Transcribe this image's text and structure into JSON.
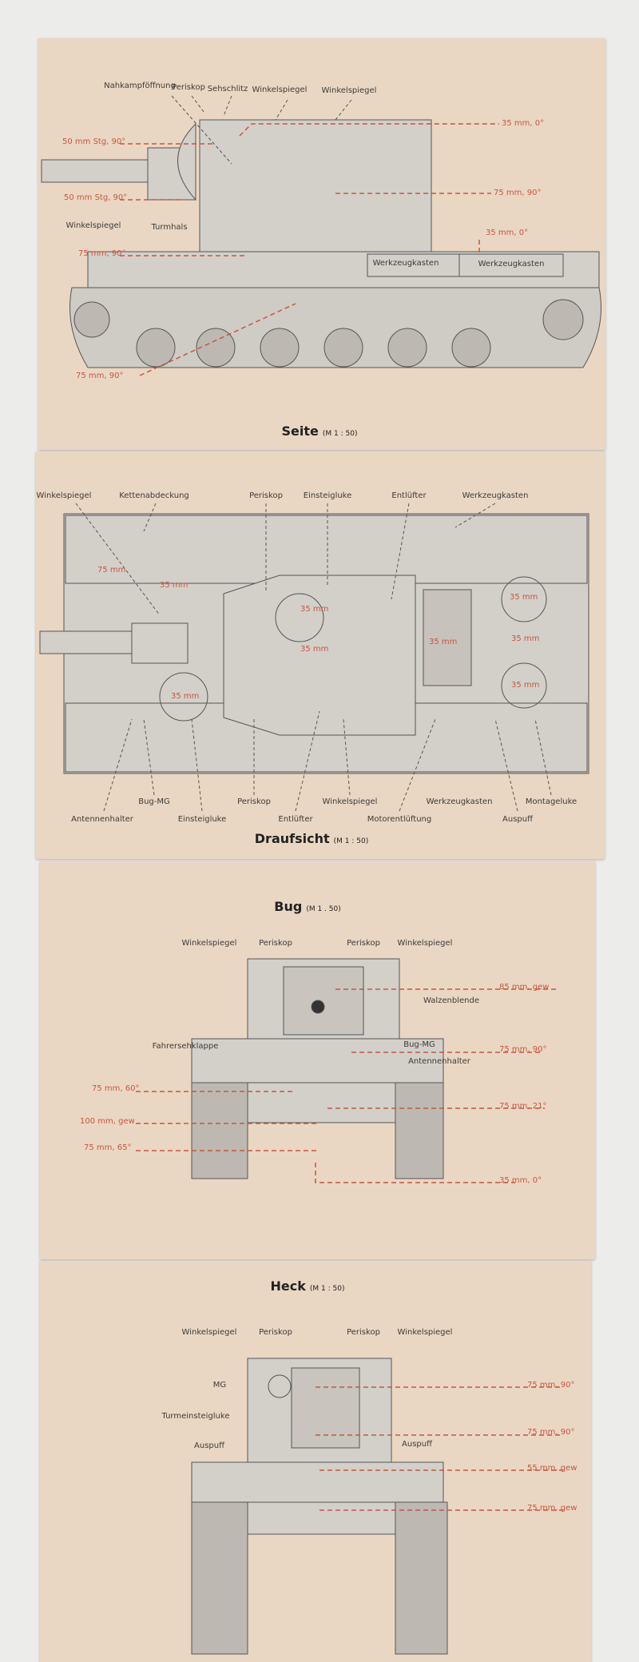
{
  "seite": {
    "title": "Seite",
    "scale": "(M 1 : 50)",
    "labels": [
      "Nahkampföffnung",
      "Periskop",
      "Sehschlitz",
      "Winkelspiegel",
      "Winkelspiegel",
      "Winkelspiegel",
      "Turmhals",
      "Werkzeugkasten",
      "Werkzeugkasten"
    ],
    "armor": [
      "35 mm, 0°",
      "50 mm Stg, 90°",
      "50 mm Stg, 90°",
      "75 mm, 90°",
      "35 mm, 0°",
      "75 mm, 90°",
      "75 mm, 90°"
    ]
  },
  "draufsicht": {
    "title": "Draufsicht",
    "scale": "(M 1 : 50)",
    "top_labels": [
      "Winkelspiegel",
      "Kettenabdeckung",
      "Periskop",
      "Einsteigluke",
      "Entlüfter",
      "Werkzeugkasten"
    ],
    "bottom_labels": [
      "Bug-MG",
      "Periskop",
      "Winkelspiegel",
      "Werkzeugkasten",
      "Montageluke",
      "Antennenhalter",
      "Einsteigluke",
      "Entlüfter",
      "Motorentlüftung",
      "Auspuff"
    ],
    "armor": [
      "75 mm",
      "35 mm",
      "35 mm",
      "35 mm",
      "35 mm",
      "35 mm",
      "35 mm",
      "35 mm",
      "35 mm"
    ]
  },
  "bug": {
    "title": "Bug",
    "scale": "(M 1 . 50)",
    "labels": [
      "Winkelspiegel",
      "Periskop",
      "Periskop",
      "Winkelspiegel",
      "Walzenblende",
      "Fahrersehklappe",
      "Bug-MG",
      "Antennenhalter"
    ],
    "armor": [
      "85 mm, gew",
      "75 mm, 90°",
      "75 mm, 60°",
      "75 mm, 21°",
      "100 mm, gew",
      "75 mm, 65°",
      "35 mm, 0°"
    ]
  },
  "heck": {
    "title": "Heck",
    "scale": "(M 1 : 50)",
    "labels": [
      "Winkelspiegel",
      "Periskop",
      "Periskop",
      "Winkelspiegel",
      "MG",
      "Turmeinsteigluke",
      "Auspuff",
      "Auspuff"
    ],
    "armor": [
      "75 mm, 90°",
      "75 mm, 90°",
      "55 mm, gew",
      "75 mm, gew"
    ]
  }
}
